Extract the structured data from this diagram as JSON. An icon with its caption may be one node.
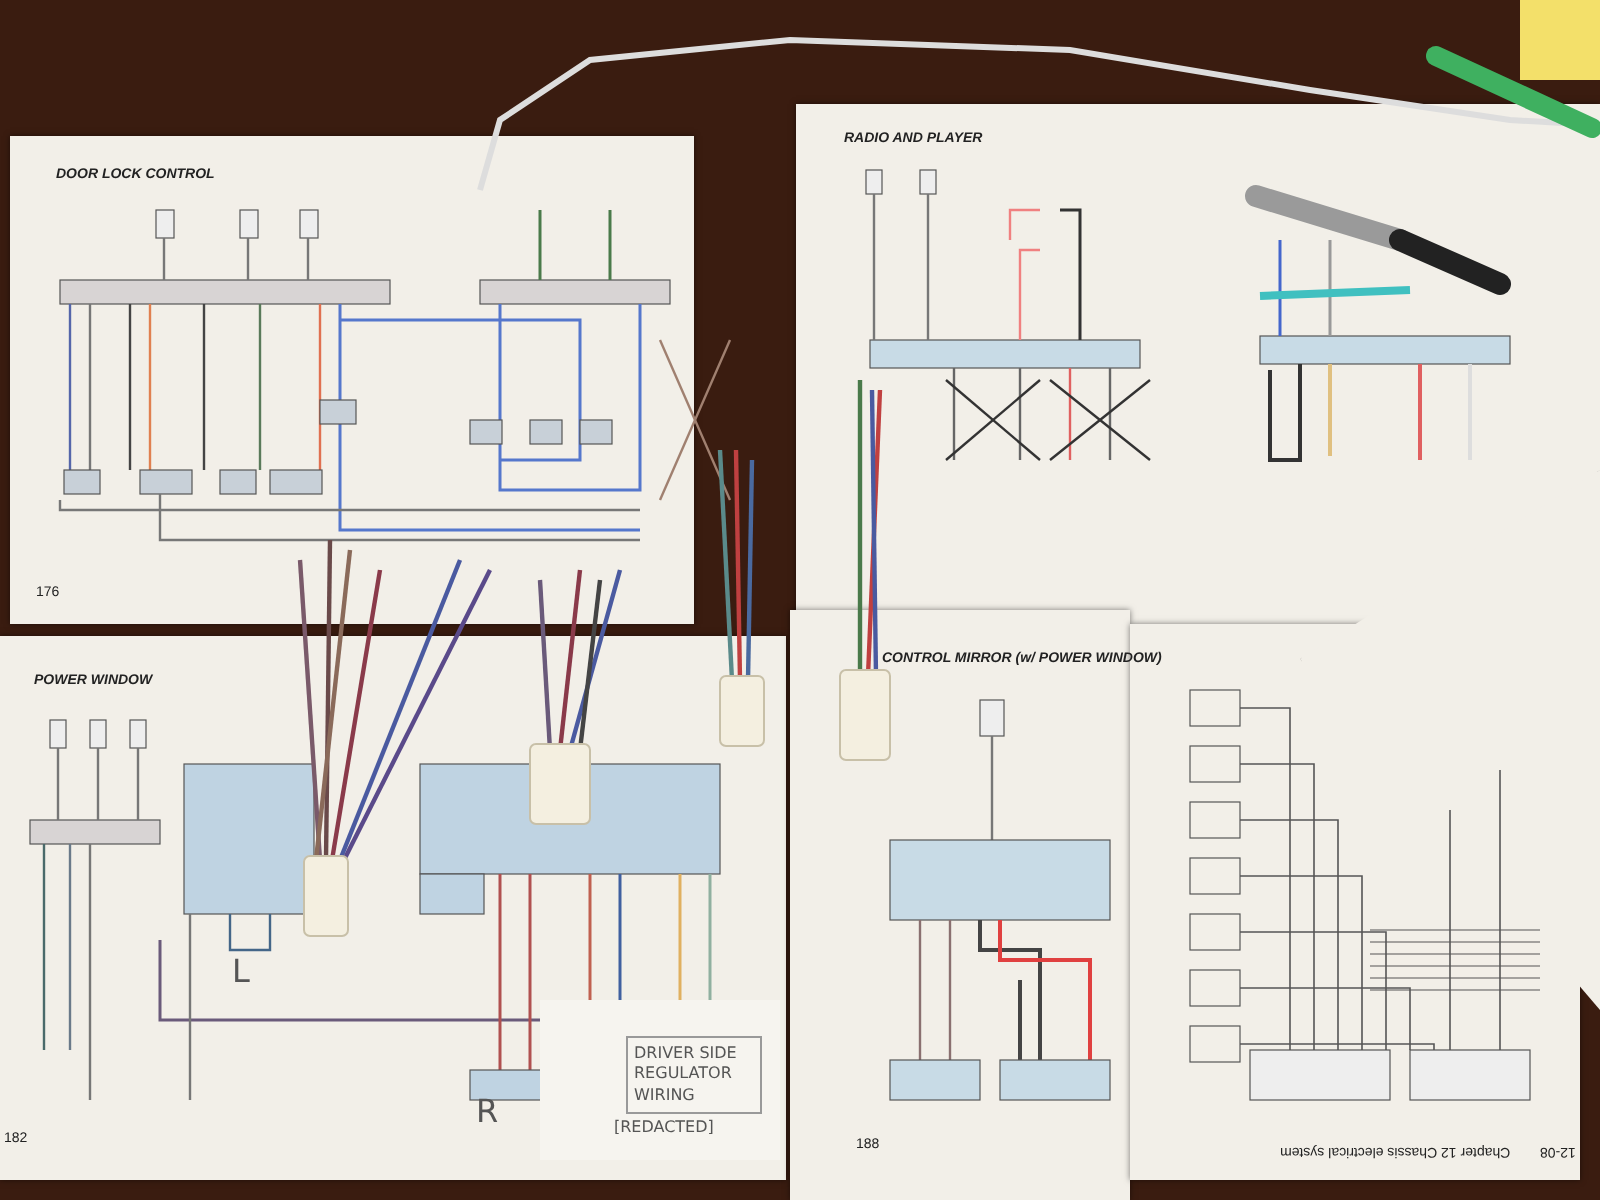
{
  "diagram": {
    "labels": [
      "DOOR LOCK CONTROL",
      "RADIO AND PLAYER",
      "176",
      "POWER WINDOW",
      "CONTROL MIRROR (w/ POWER WINDOW)",
      "L",
      "R",
      "DRIVER SIDE REGULATOR WIRING",
      "[REDACTED]",
      "182",
      "188",
      "Chapter 12 Chassis electrical system",
      "12-08"
    ]
  }
}
